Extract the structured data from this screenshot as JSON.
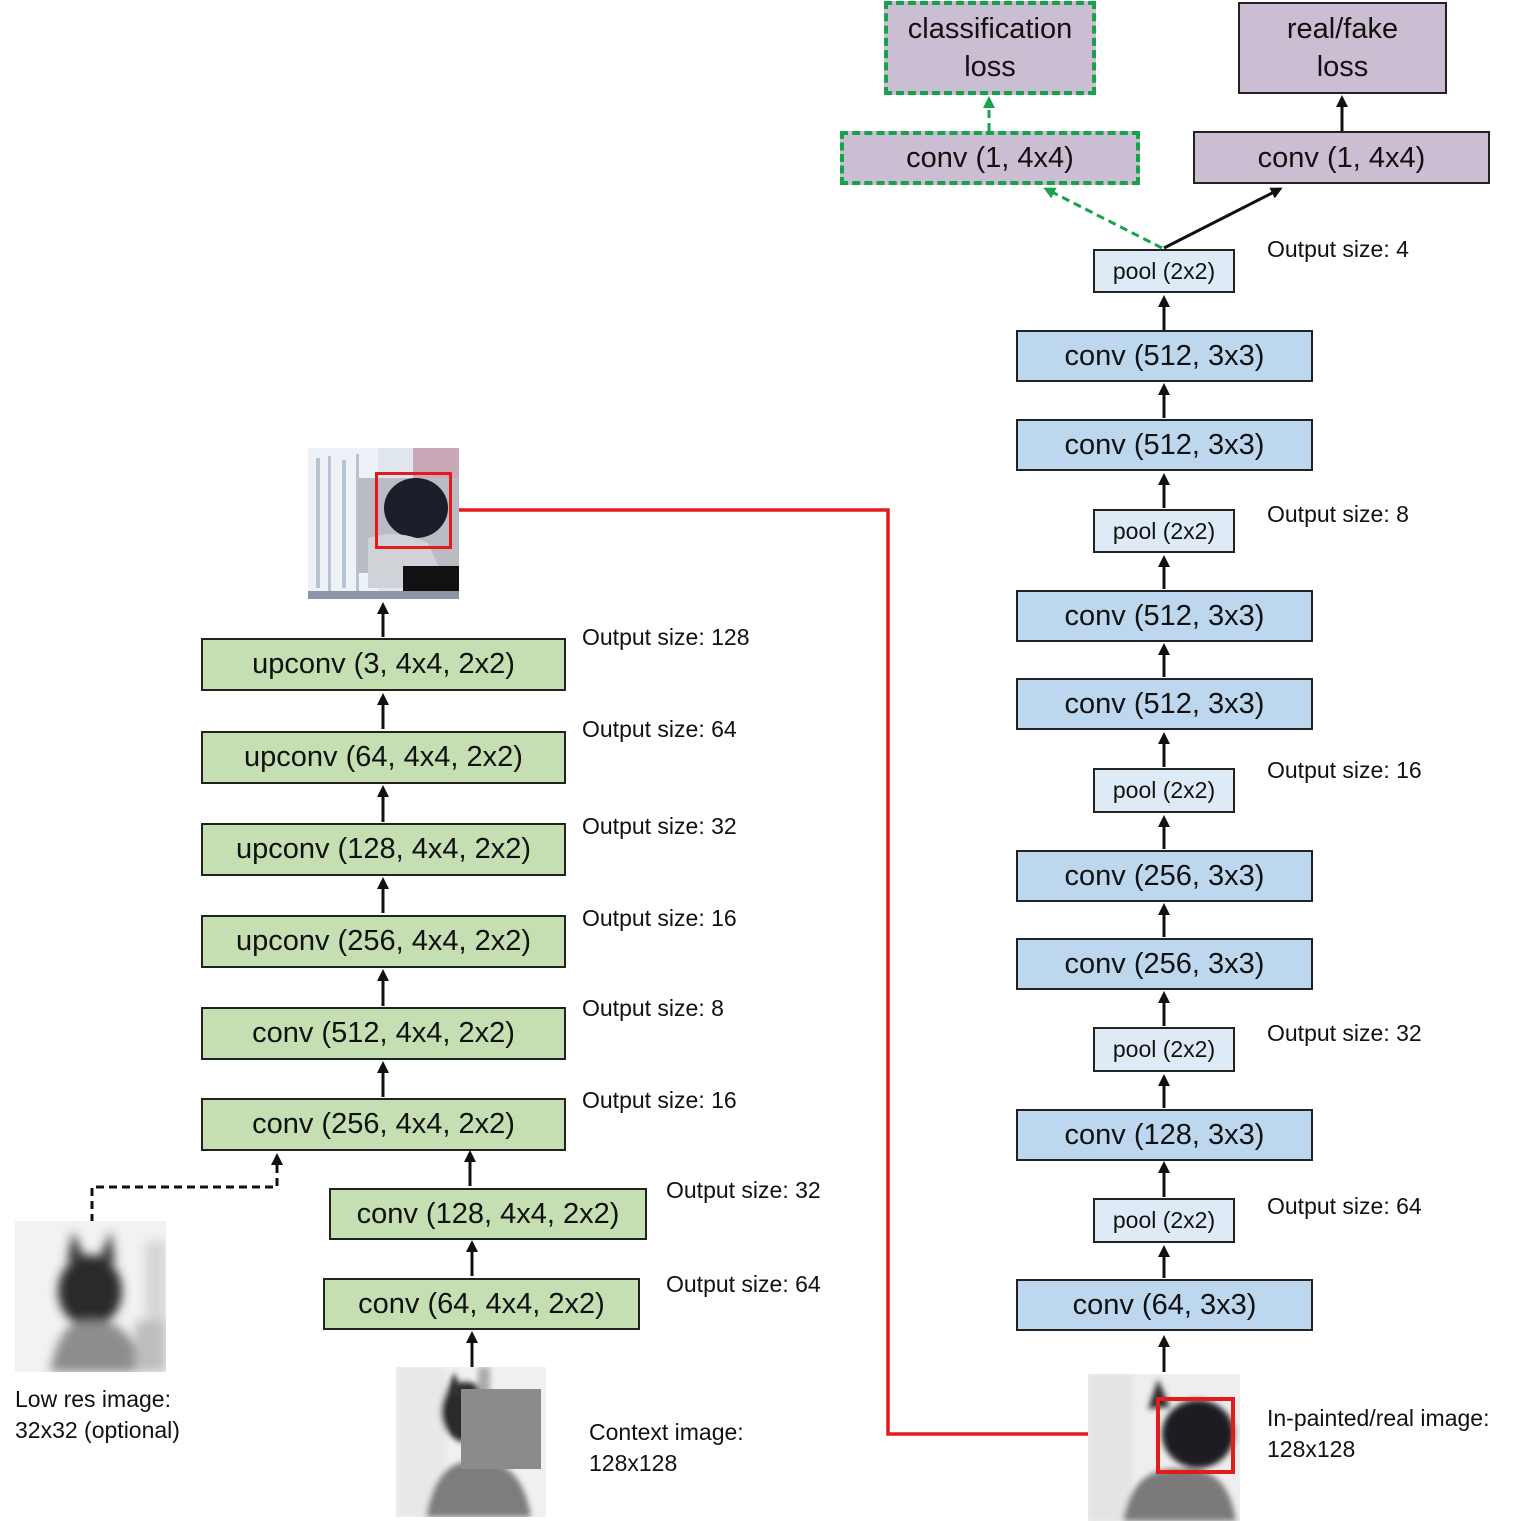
{
  "generator": {
    "layers": [
      "upconv (3, 4x4, 2x2)",
      "upconv (64, 4x4, 2x2)",
      "upconv (128, 4x4, 2x2)",
      "upconv (256, 4x4, 2x2)",
      "conv (512, 4x4, 2x2)",
      "conv (256, 4x4, 2x2)",
      "conv (128, 4x4, 2x2)",
      "conv (64, 4x4, 2x2)"
    ],
    "output_sizes": [
      "Output size: 128",
      "Output size: 64",
      "Output size: 32",
      "Output size: 16",
      "Output size: 8",
      "Output size: 16",
      "Output size: 32",
      "Output size: 64"
    ]
  },
  "discriminator": {
    "layers": [
      "pool (2x2)",
      "conv (512, 3x3)",
      "conv (512, 3x3)",
      "pool (2x2)",
      "conv (512, 3x3)",
      "conv (512, 3x3)",
      "pool (2x2)",
      "conv (256, 3x3)",
      "conv (256, 3x3)",
      "pool (2x2)",
      "conv (128, 3x3)",
      "pool (2x2)",
      "conv (64, 3x3)"
    ],
    "output_sizes": [
      "Output size: 4",
      "Output size: 8",
      "Output size: 16",
      "Output size: 32",
      "Output size: 64"
    ],
    "heads": {
      "classification_conv": "conv (1, 4x4)",
      "classification_loss": "classification\nloss",
      "realfake_conv": "conv (1, 4x4)",
      "realfake_loss": "real/fake\nloss"
    }
  },
  "captions": {
    "low_res": "Low res image:\n32x32 (optional)",
    "context": "Context image:\n128x128",
    "inpainted": "In-painted/real image:\n128x128"
  },
  "colors": {
    "generator_block": "#c5dfb3",
    "conv_block": "#bdd7ee",
    "pool_block": "#deebf7",
    "loss_block": "#cbbdd2",
    "classification_path": "#16a34a",
    "patch_link": "#e31b1b"
  }
}
